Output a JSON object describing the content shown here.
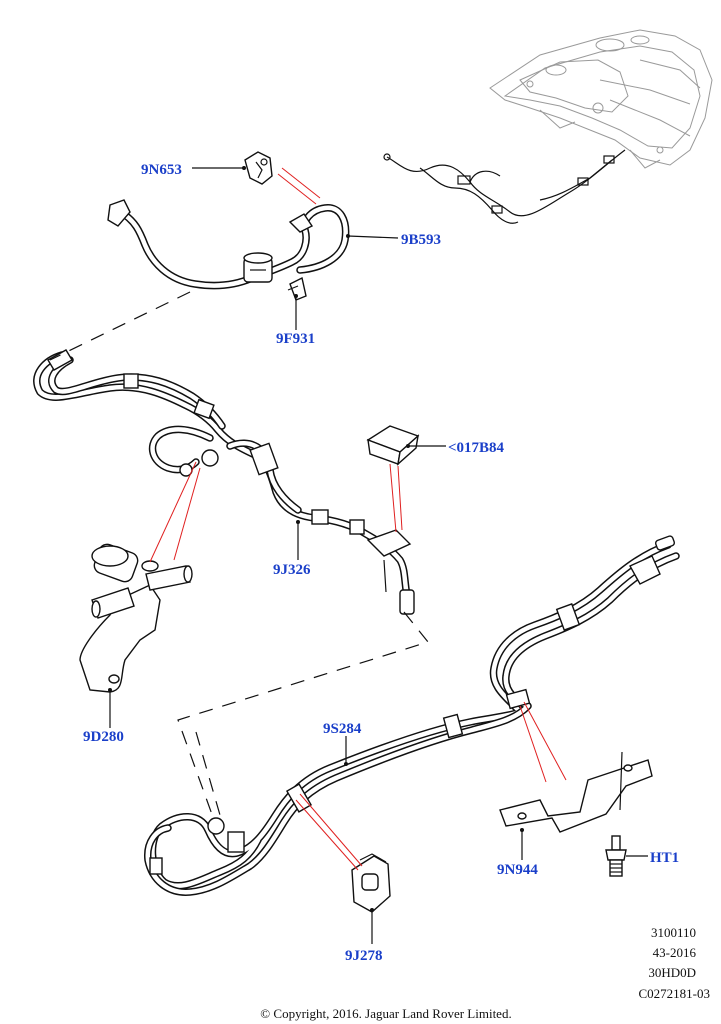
{
  "callouts": {
    "c9N653": "9N653",
    "c9B593": "9B593",
    "c9F931": "9F931",
    "c017B84": "<017B84",
    "c9J326": "9J326",
    "c9D280": "9D280",
    "c9S284": "9S284",
    "c9N944": "9N944",
    "cHT1": "HT1",
    "c9J278": "9J278"
  },
  "info_block": {
    "line1": "3100110",
    "line2": "43-2016",
    "line3": "30HD0D",
    "line4": "C0272181-03"
  },
  "copyright": "© Copyright, 2016. Jaguar Land Rover Limited.",
  "colors": {
    "callout_text": "#1a3fc9",
    "highlight_lines": "#e02020",
    "line_art": "#111111"
  }
}
